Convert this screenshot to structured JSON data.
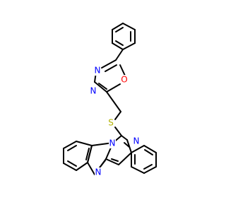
{
  "colors": {
    "bond": "#000000",
    "nitrogen": "#0000ff",
    "oxygen": "#ff0000",
    "sulfur": "#b2b200",
    "background": "#ffffff"
  },
  "molecule": {
    "atom_labels": {
      "n1": "N",
      "n2": "N",
      "o1": "O",
      "s1": "S",
      "n3": "N",
      "n4": "N",
      "n5": "N"
    }
  }
}
